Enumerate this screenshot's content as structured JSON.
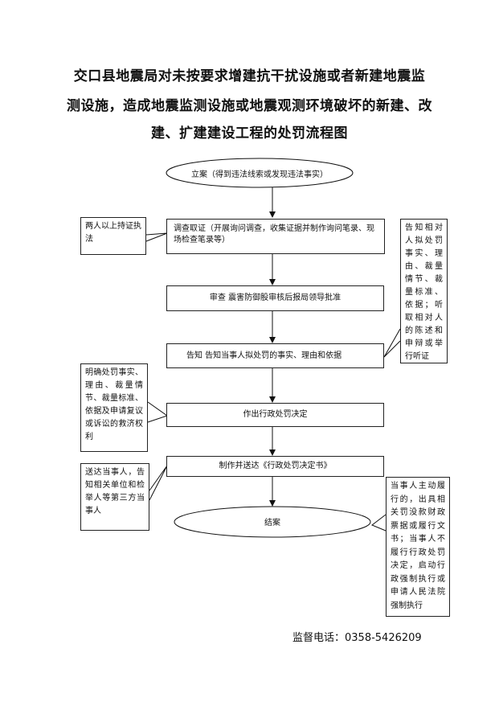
{
  "title": {
    "line1": "交口县地震局对未按要求增建抗干扰设施或者新建地震监",
    "line2": "测设施，造成地震监测设施或地震观测环境破坏的新建、改",
    "line3": "建、扩建建设工程的处罚流程图"
  },
  "flow": {
    "start": "立案（得到违法线索或发现违法事实）",
    "investigate": "调查取证（开展询问调查，收集证据并制作询问笔录、现场检查笔录等）",
    "review": "审查  震害防御股审核后报局领导批准",
    "notify": "告知  告知当事人拟处罚的事实、理由和依据",
    "decide": "作出行政处罚决定",
    "deliver": "制作并送达《行政处罚决定书》",
    "end": "结案"
  },
  "notes": {
    "two_officers": "两人以上持证执法",
    "notify_right": "告知相对人拟处罚事实、理由、裁量情节、裁量标准、依据；听取相对人的陈述和申辩或举行听证",
    "decide_left": "明确处罚事实、理由、裁量情节、裁量标准、依据及申请复议或诉讼的救济权利",
    "deliver_left": "送达当事人，告知相关单位和检举人等第三方当事人",
    "end_right": "当事人主动履行的，出具相关罚没款财政票据或履行文书；当事人不履行行政处罚决定，启动行政强制执行或申请人民法院强制执行"
  },
  "footer": "监督电话：0358-5426209"
}
